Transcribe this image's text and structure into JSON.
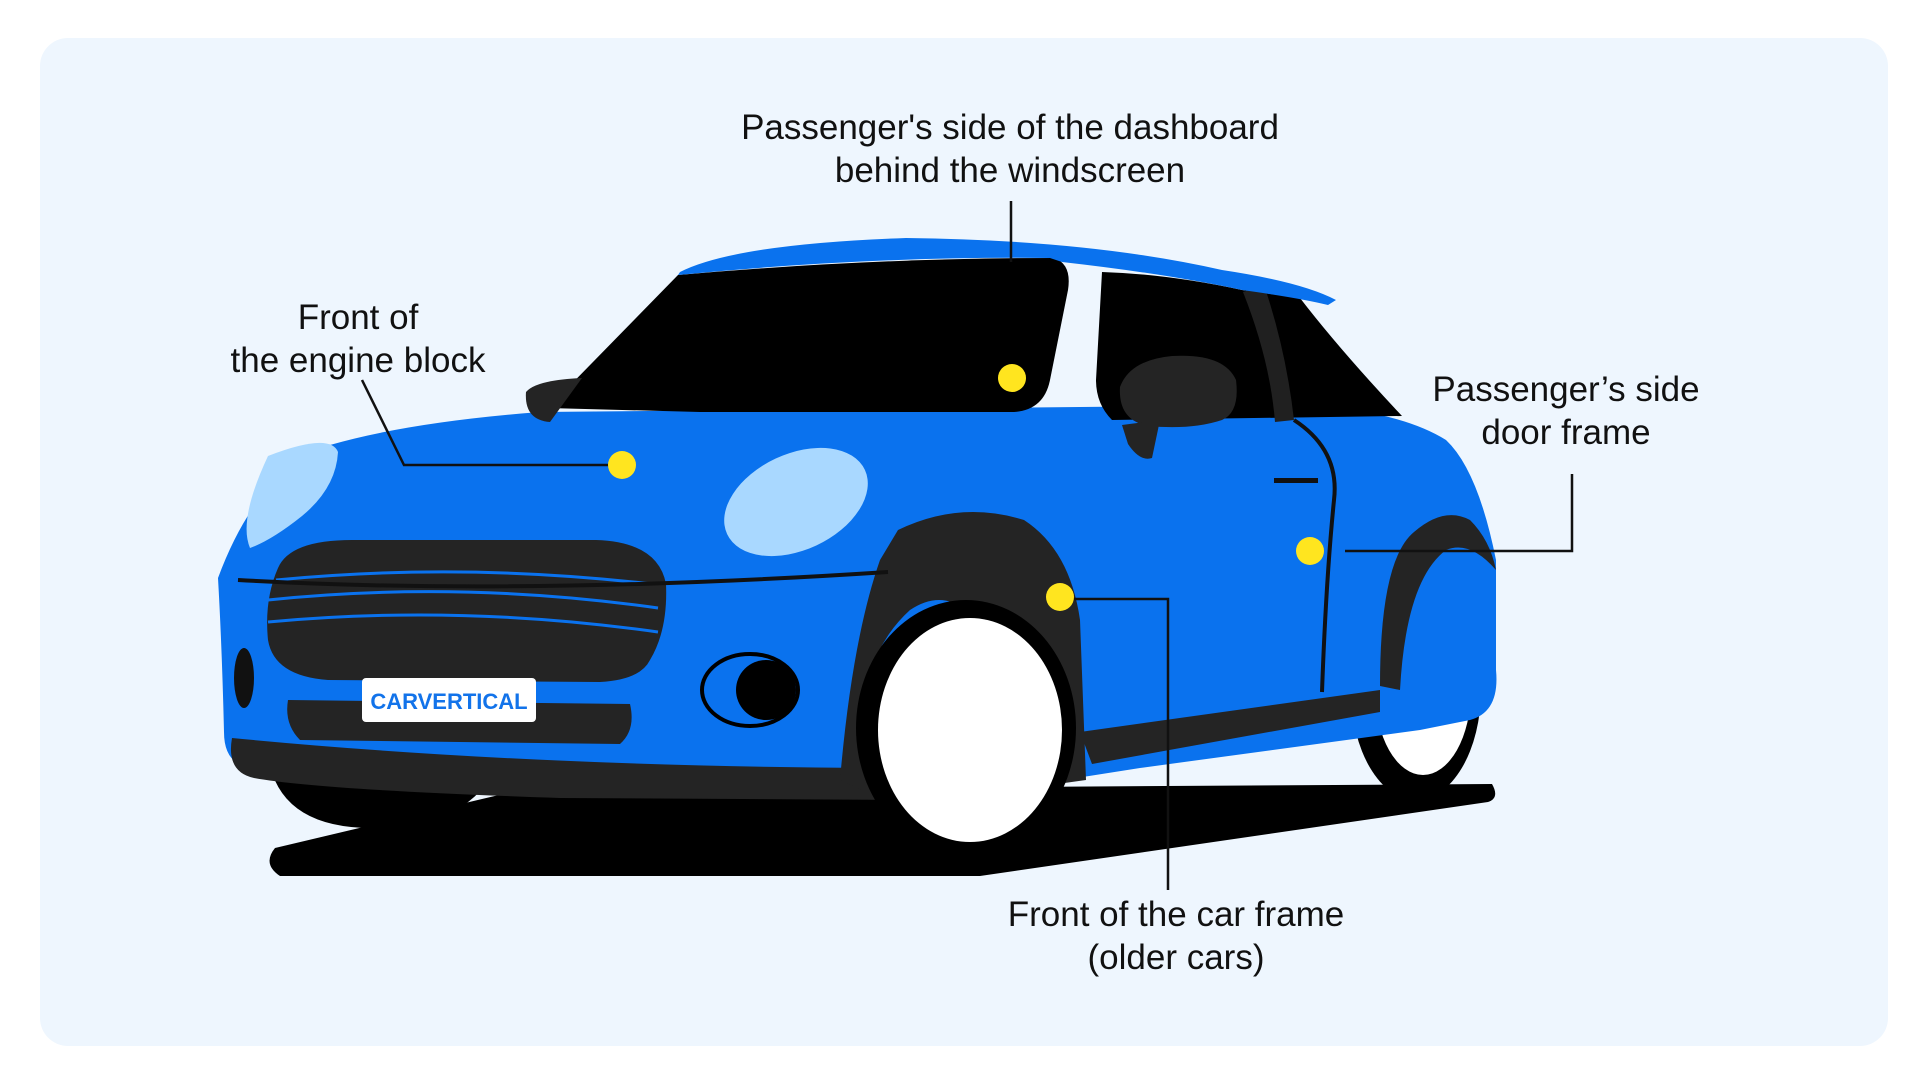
{
  "labels": {
    "dashboard": {
      "line1": "Passenger's side of the dashboard",
      "line2": "behind the windscreen"
    },
    "engine": {
      "line1": "Front of",
      "line2": "the engine block"
    },
    "door": {
      "line1": "Passenger’s side",
      "line2": "door frame"
    },
    "frame": {
      "line1": "Front of the car frame",
      "line2": "(older cars)"
    }
  },
  "plate": {
    "text": "CARVERTICAL"
  },
  "colors": {
    "panel": "#eef6fe",
    "body": "#0a72ee",
    "body_shadow": "#0559c6",
    "tire": "#242424",
    "black": "#000000",
    "headlight": "#a9d8ff",
    "marker": "#ffe51f",
    "brand": "#1273ea"
  }
}
